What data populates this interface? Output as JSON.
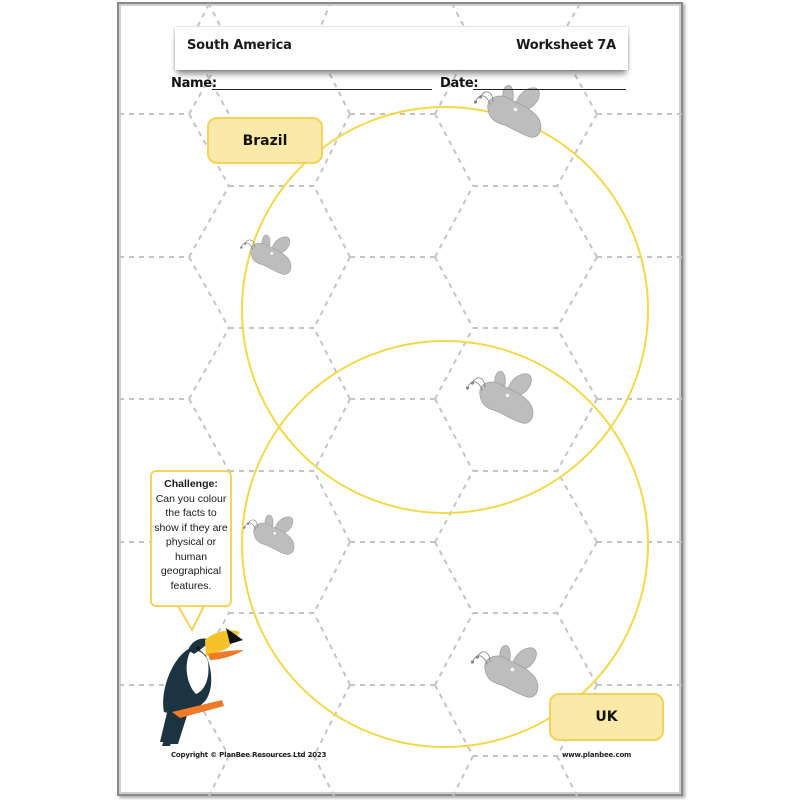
{
  "header": {
    "topic": "South America",
    "worksheet": "Worksheet 7A"
  },
  "fields": {
    "name_label": "Name:",
    "date_label": "Date:"
  },
  "venn": {
    "set_a_label": "Brazil",
    "set_b_label": "UK",
    "circle_color": "#f3d94a",
    "label_fill": "#fbe9a9",
    "label_border": "#f3d35a"
  },
  "challenge": {
    "title": "Challenge:",
    "body": "Can you colour the facts to show if they are physical or human geographical features."
  },
  "decorations": {
    "bees": [
      "bee-icon",
      "bee-icon",
      "bee-icon",
      "bee-icon",
      "bee-icon"
    ],
    "mascot": "toucan-icon",
    "background": "hexagon-grid"
  },
  "footer": {
    "copyright": "Copyright © PlanBee Resources Ltd 2023",
    "website": "www.planbee.com"
  }
}
